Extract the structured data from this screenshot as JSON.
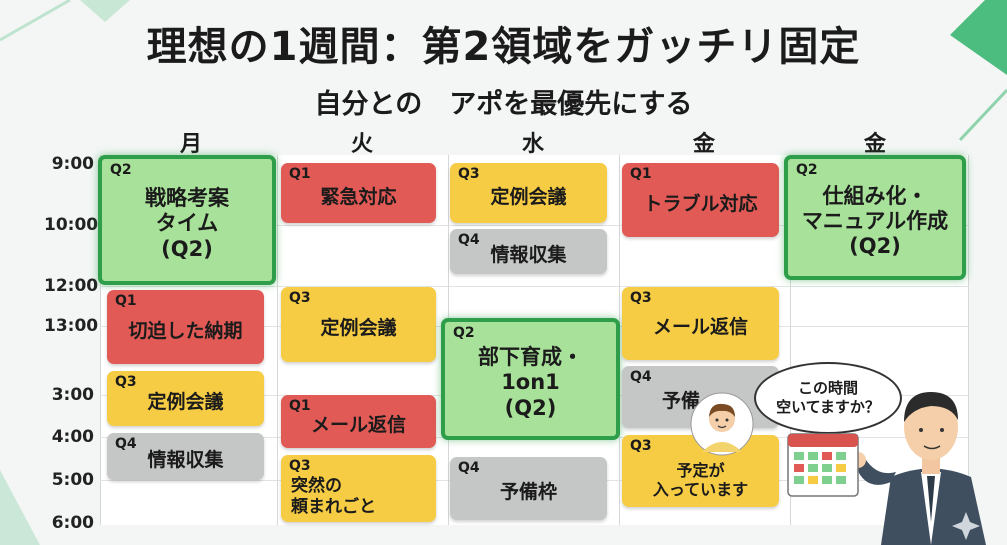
{
  "title": "理想の1週間：第2領域をガッチリ固定",
  "subtitle": "自分との　アポを最優先にする",
  "days": [
    "月",
    "火",
    "水",
    "金",
    "金"
  ],
  "times": [
    "9:00",
    "10:00",
    "12:00",
    "13:00",
    "3:00",
    "4:00",
    "5:00",
    "6:00"
  ],
  "cards": {
    "mon_strategy": {
      "q": "Q2",
      "text": "戦略考案\nタイム\n(Q2)"
    },
    "mon_deadline": {
      "q": "Q1",
      "text": "切迫した納期"
    },
    "mon_meeting": {
      "q": "Q3",
      "text": "定例会議"
    },
    "mon_info": {
      "q": "Q4",
      "text": "情報収集"
    },
    "tue_urgent": {
      "q": "Q1",
      "text": "緊急対応"
    },
    "tue_meeting": {
      "q": "Q3",
      "text": "定例会議"
    },
    "tue_mail": {
      "q": "Q1",
      "text": "メール返信"
    },
    "tue_sudden": {
      "q": "Q3",
      "text": "突然の\n頼まれごと"
    },
    "wed_meeting": {
      "q": "Q3",
      "text": "定例会議"
    },
    "wed_info": {
      "q": "Q4",
      "text": "情報収集"
    },
    "wed_training": {
      "q": "Q2",
      "text": "部下育成・\n1on1\n(Q2)"
    },
    "wed_reserve": {
      "q": "Q4",
      "text": "予備枠"
    },
    "thu_trouble": {
      "q": "Q1",
      "text": "トラブル対応"
    },
    "thu_mail": {
      "q": "Q3",
      "text": "メール返信"
    },
    "thu_reserve": {
      "q": "Q4",
      "text": "予備"
    },
    "thu_scheduled": {
      "q": "Q3",
      "text": "予定が\n入っています"
    },
    "fri_system": {
      "q": "Q2",
      "text": "仕組み化・\nマニュアル作成\n(Q2)"
    }
  },
  "bubble": "この時間\n空いてますか？",
  "colors": {
    "q1": "#e25a55",
    "q2": "#a8e29a",
    "q2_border": "#2f9e4a",
    "q3": "#f6cc45",
    "q4": "#c5c6c6"
  }
}
